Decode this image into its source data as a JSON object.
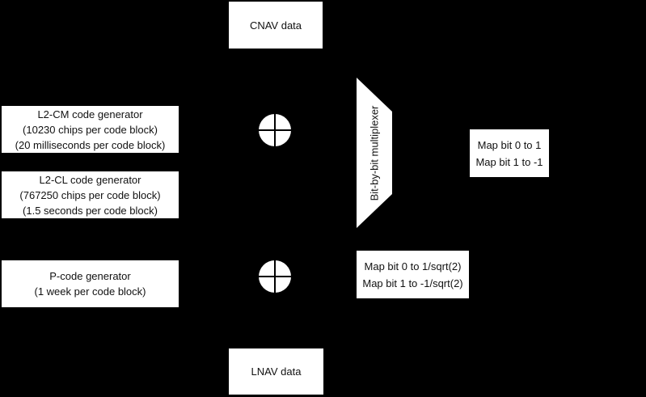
{
  "colors": {
    "background": "#000000",
    "node_fill": "#ffffff",
    "text": "#111111"
  },
  "nodes": {
    "cnav": {
      "label": "CNAV data"
    },
    "lnav": {
      "label": "LNAV data"
    },
    "generators": [
      {
        "id": "l2cm",
        "lines": [
          "L2-CM code generator",
          "(10230 chips per code block)",
          "(20 milliseconds per code block)"
        ]
      },
      {
        "id": "l2cl",
        "lines": [
          "L2-CL code generator",
          "(767250 chips per code block)",
          "(1.5 seconds per code block)"
        ]
      },
      {
        "id": "pcode",
        "lines": [
          "P-code generator",
          "(1 week per code block)"
        ]
      }
    ],
    "adders": [
      {
        "symbol": "modulo-2 adder (circle with cross)"
      },
      {
        "symbol": "modulo-2 adder (circle with cross)"
      }
    ],
    "multiplexer": {
      "label": "Bit-by-bit multiplexer"
    },
    "mappers": [
      {
        "lines": [
          "Map bit 0 to 1",
          "Map bit 1 to -1"
        ]
      },
      {
        "lines": [
          "Map bit 0 to 1/sqrt(2)",
          "Map bit 1 to -1/sqrt(2)"
        ]
      }
    ]
  }
}
